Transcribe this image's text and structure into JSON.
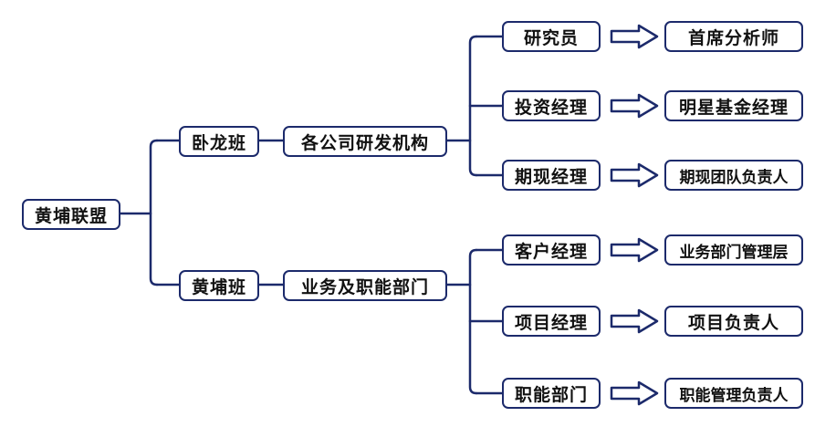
{
  "colors": {
    "line": "#1c2a6b",
    "text": "#111111",
    "background": "#ffffff"
  },
  "root": "黄埔联盟",
  "branches": [
    {
      "label": "卧龙班",
      "department": "各公司研发机构",
      "roles": [
        {
          "role": "研究员",
          "target": "首席分析师"
        },
        {
          "role": "投资经理",
          "target": "明星基金经理"
        },
        {
          "role": "期现经理",
          "target": "期现团队负责人"
        }
      ]
    },
    {
      "label": "黄埔班",
      "department": "业务及职能部门",
      "roles": [
        {
          "role": "客户经理",
          "target": "业务部门管理层"
        },
        {
          "role": "项目经理",
          "target": "项目负责人"
        },
        {
          "role": "职能部门",
          "target": "职能管理负责人"
        }
      ]
    }
  ]
}
